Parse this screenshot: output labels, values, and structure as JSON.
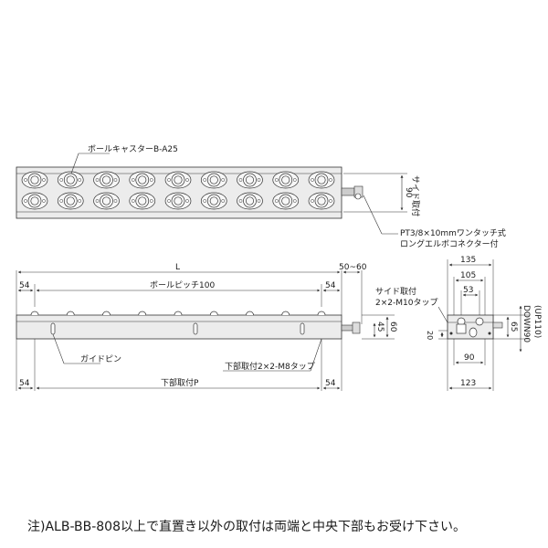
{
  "top_view": {
    "label_caster": "ボールキャスターB-A25",
    "dim_90": "90",
    "label_side_mount": "サイド取付",
    "label_connector_1": "PT3/8×10mmワンタッチ式",
    "label_connector_2": "ロングエルボコネクター付"
  },
  "front_view": {
    "dim_L": "L",
    "dim_50_60": "50~60",
    "dim_54_tl": "54",
    "dim_ball_pitch": "ボールピッチ100",
    "dim_54_tr": "54",
    "label_guide_pin": "ガイドピン",
    "label_bottom_tap": "下部取付2×2-M8タップ",
    "dim_54_bl": "54",
    "dim_bottom_P": "下部取付P",
    "dim_54_br": "54",
    "dim_45": "45",
    "dim_60": "60"
  },
  "side_view": {
    "dim_135": "135",
    "dim_105": "105",
    "dim_53": "53",
    "label_side_mount": "サイド取付",
    "label_tap": "2×2-M10タップ",
    "dim_20": "20",
    "dim_65": "65",
    "dim_down": "DOWN90",
    "dim_up": "(UP110)",
    "dim_90": "90",
    "dim_123": "123"
  },
  "note": "注)ALB-BB-808以上で直置き以外の取付は両端と中央下部もお受け下さい。"
}
